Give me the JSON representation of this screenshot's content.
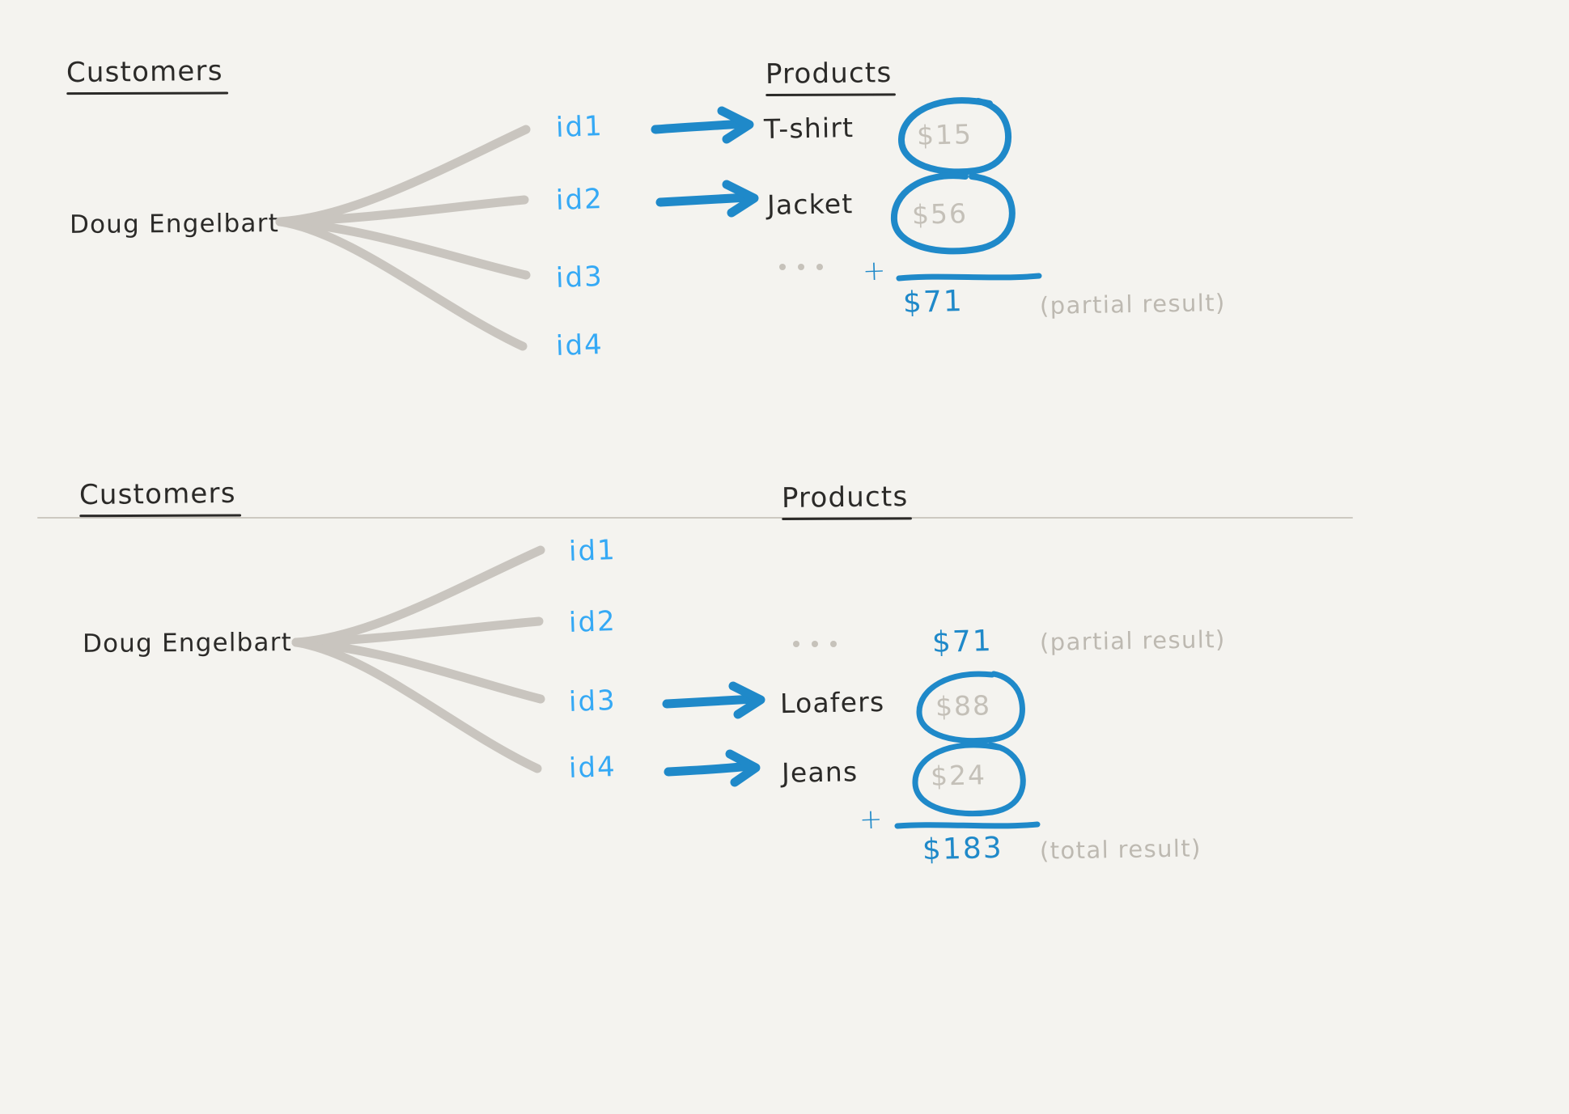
{
  "theme": {
    "background": "#f4f3ef",
    "ink_black": "#2b2a28",
    "id_blue": "#35a9f5",
    "accent_blue": "#1f89c9",
    "fan_gray": "#c9c5bf",
    "price_gray": "#c4c0b8",
    "annotation_gray": "#bdb9b1",
    "divider_gray": "#cdc9c1"
  },
  "panels": [
    {
      "name": "partial-sum-panel",
      "customers_heading": "Customers",
      "products_heading": "Products",
      "customer_name": "Doug Engelbart",
      "ids": [
        "id1",
        "id2",
        "id3",
        "id4"
      ],
      "mappings": [
        {
          "id": "id1",
          "product": "T-shirt",
          "price": "$15"
        },
        {
          "id": "id2",
          "product": "Jacket",
          "price": "$56"
        }
      ],
      "ellipsis": "...",
      "plus": "+",
      "sum_value": "$71",
      "sum_annotation": "(partial result)"
    },
    {
      "name": "total-sum-panel",
      "customers_heading": "Customers",
      "products_heading": "Products",
      "customer_name": "Doug Engelbart",
      "ids": [
        "id1",
        "id2",
        "id3",
        "id4"
      ],
      "carry_ellipsis": "...",
      "carry_value": "$71",
      "carry_annotation": "(partial result)",
      "mappings": [
        {
          "id": "id3",
          "product": "Loafers",
          "price": "$88"
        },
        {
          "id": "id4",
          "product": "Jeans",
          "price": "$24"
        }
      ],
      "plus": "+",
      "sum_value": "$183",
      "sum_annotation": "(total result)"
    }
  ]
}
